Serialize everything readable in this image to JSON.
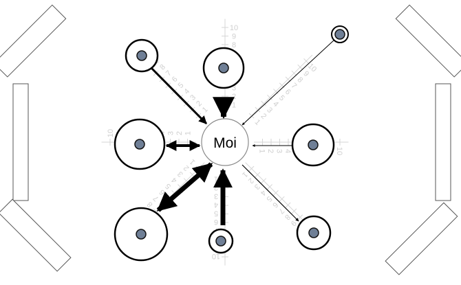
{
  "center": {
    "label": "Moi"
  },
  "scale_ticks": [
    "1",
    "2",
    "3",
    "4",
    "5",
    "6",
    "7",
    "8",
    "9",
    "10"
  ],
  "colors": {
    "dot_fill": "#6f7f96",
    "line": "#000000",
    "scale": "#d6d6d6",
    "center_border": "#8a8a8a"
  }
}
